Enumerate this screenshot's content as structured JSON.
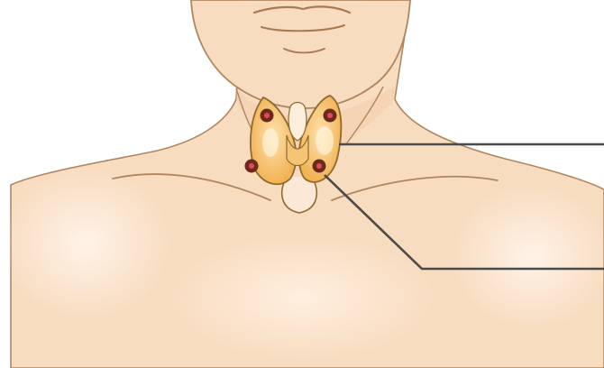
{
  "diagram": {
    "subject": "thyroid-and-parathyroid-glands",
    "colors": {
      "background": "#ffffff",
      "skin": "#f8dcc0",
      "skin_light": "#fbe8d6",
      "skin_shadow": "#efc9a6",
      "outline": "#b08660",
      "thyroid_fill": "#f2b354",
      "thyroid_outline": "#8f6a2e",
      "parathyroid_fill": "#6b2a1c",
      "parathyroid_dot": "#e4485a",
      "leader_line": "#4a4a4a"
    },
    "parts": [
      {
        "id": "thyroid-gland",
        "labelled": true
      },
      {
        "id": "parathyroid-glands",
        "count": 4,
        "labelled": true
      }
    ]
  }
}
